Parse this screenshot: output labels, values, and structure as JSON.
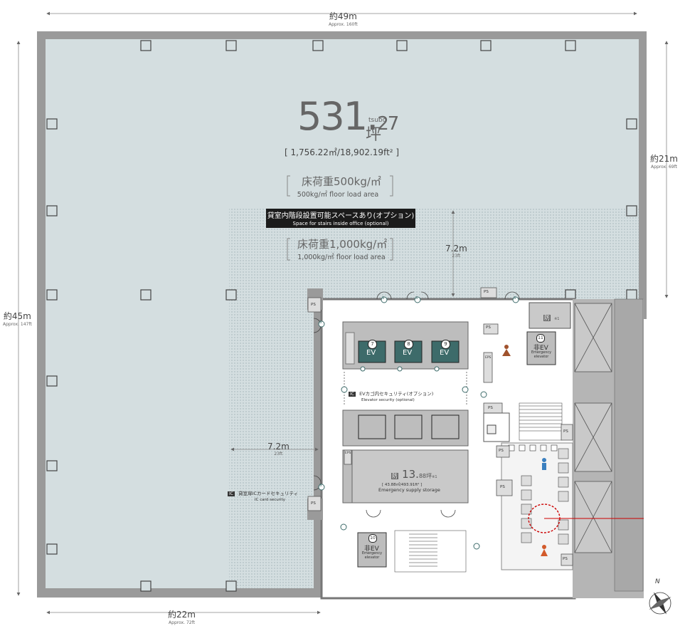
{
  "dimensions": {
    "top_width": {
      "main": "約49m",
      "sub": "Approx. 160ft"
    },
    "right_height": {
      "main": "約21m",
      "sub": "Approx. 69ft"
    },
    "left_height": {
      "main": "約45m",
      "sub": "Approx. 147ft"
    },
    "bottom_width": {
      "main": "約22m",
      "sub": "Approx. 72ft"
    },
    "depth_upper": {
      "main": "7.2m",
      "sub": "23ft"
    },
    "depth_lower": {
      "main": "7.2m",
      "sub": "23ft"
    }
  },
  "area": {
    "tsubo_int": "531.",
    "tsubo_dec": "27",
    "tsubo_label": "tsubo",
    "tsubo_kanji": "坪",
    "metric": "[ 1,756.22㎡/18,902.19ft² ]"
  },
  "floor_load_500": {
    "jp": "床荷重500kg/㎡",
    "en": "500kg/㎡ floor load area"
  },
  "floor_load_1000": {
    "jp": "床荷重1,000kg/㎡",
    "en": "1,000kg/㎡ floor load area"
  },
  "stairs_option": {
    "jp": "貸室内階段設置可能スペースあり(オプション)",
    "en": "Space for stairs inside office (optional)"
  },
  "elevators": [
    "7",
    "8",
    "9"
  ],
  "ev_label": "EV",
  "ev_security": {
    "jp": "EVカゴ内セキュリティ(オプション)",
    "en": "Elevator security (optional)",
    "badge": "IC"
  },
  "card_security": {
    "jp": "貸室扉ICカードセキュリティ",
    "en": "IC card security",
    "badge": "IC"
  },
  "storage": {
    "main": "13.",
    "dec": "88",
    "unit": "坪",
    "note": "※1",
    "metric": "[ 43.88㎡/493.91ft² ]",
    "en": "Emergency supply storage",
    "icon": "防"
  },
  "emergency_ev_upper": {
    "num": "11",
    "jp": "非EV",
    "en": "Emergency elevator"
  },
  "emergency_ev_lower": {
    "num": "10",
    "jp": "非EV",
    "en": "Emergency elevator"
  },
  "storage_small": {
    "icon": "防",
    "note": "※1"
  },
  "ps": "PS",
  "eps": "EPS",
  "s_marker": "S",
  "compass": "N",
  "colors": {
    "office": "#d4dee0",
    "wall": "#7a7a7a",
    "core": "#c9c9c9",
    "ev": "#3d6b6a",
    "stairs_box": "#1b1b1b"
  }
}
